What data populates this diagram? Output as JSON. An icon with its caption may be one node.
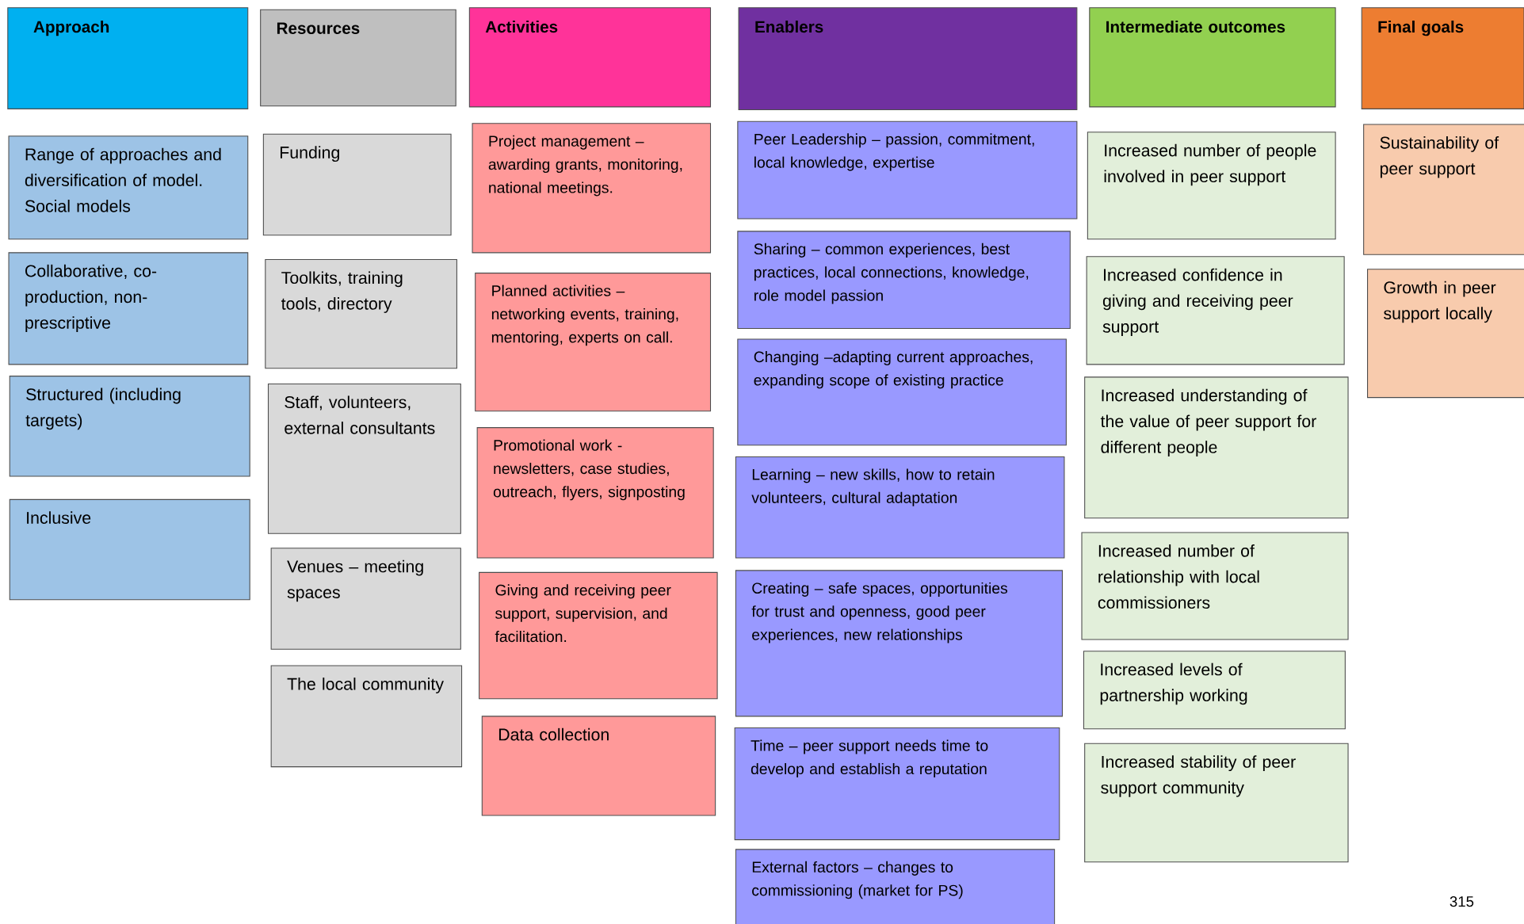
{
  "diagram": {
    "nodes": [
      {
        "text": [
          "Approach"
        ]
      },
      {
        "text": [
          "Resources"
        ]
      },
      {
        "text": [
          "Activities"
        ]
      },
      {
        "text": [
          "Enablers"
        ]
      },
      {
        "text": [
          "Intermediate outcomes"
        ]
      },
      {
        "text": [
          "Final goals"
        ]
      },
      {
        "text": [
          "Range of approaches and diversification of model. Social models"
        ]
      },
      {
        "text": [
          "Collaborative, co-production, non-prescriptive"
        ]
      },
      {
        "text": [
          "Structured (including targets)"
        ]
      },
      {
        "text": [
          "Inclusive"
        ]
      },
      {
        "text": [
          "Funding"
        ]
      },
      {
        "text": [
          "Toolkits, training tools, directory"
        ]
      },
      {
        "text": [
          "Staff, volunteers, external consultants"
        ]
      },
      {
        "text": [
          "Venues – meeting spaces"
        ]
      },
      {
        "text": [
          "The local community"
        ]
      },
      {
        "text": [
          "Project management – awarding grants, monitoring, national meetings."
        ]
      },
      {
        "text": [
          "Planned activities – networking events, training, mentoring, experts on call."
        ]
      },
      {
        "text": [
          "Promotional work - newsletters, case studies, outreach, flyers, signposting"
        ]
      },
      {
        "text": [
          "Giving and receiving peer support, supervision, and facilitation."
        ]
      },
      {
        "text": [
          "Data collection"
        ]
      },
      {
        "text": [
          "Peer Leadership – passion, commitment, local knowledge, expertise"
        ]
      },
      {
        "text": [
          "Sharing – common experiences, best practices, local connections, knowledge, role model passion"
        ]
      },
      {
        "text": [
          "Changing –adapting current approaches, expanding scope of existing practice"
        ]
      },
      {
        "text": [
          "Learning – new skills, how to retain volunteers, cultural adaptation"
        ]
      },
      {
        "text": [
          "Creating – safe spaces, opportunities for trust and openness, good peer experiences, new relationships"
        ]
      },
      {
        "text": [
          "Time – peer support needs time to develop and establish a reputation"
        ]
      },
      {
        "text": [
          "External factors – changes to commissioning (market for PS)"
        ]
      },
      {
        "text": [
          "Increased number of people involved in peer support"
        ]
      },
      {
        "text": [
          "Increased confidence in giving and receiving peer support"
        ]
      },
      {
        "text": [
          "Increased understanding of the value of peer support for different people"
        ]
      },
      {
        "text": [
          "Increased number of relationship with local commissioners"
        ]
      },
      {
        "text": [
          "Increased levels of partnership working"
        ]
      },
      {
        "text": [
          "Increased stability of peer support community"
        ]
      },
      {
        "text": [
          "Sustainability of peer support"
        ]
      },
      {
        "text": [
          "Growth in peer support locally"
        ]
      }
    ],
    "labels": [
      "315"
    ]
  }
}
